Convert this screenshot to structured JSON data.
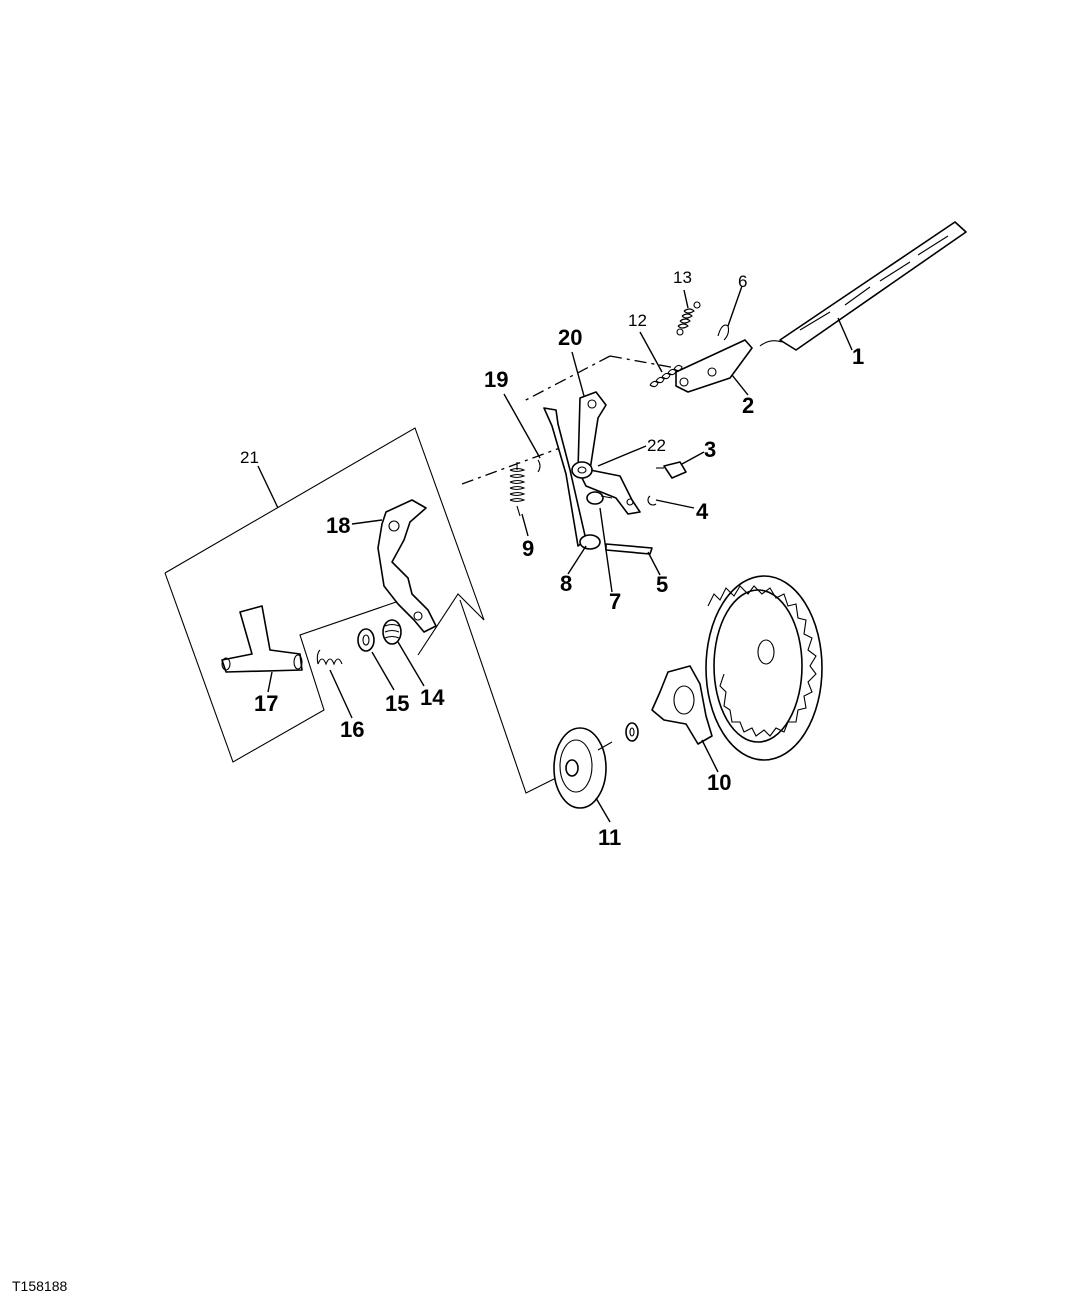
{
  "figure_id": "T158188",
  "callouts": [
    {
      "id": "1",
      "label": "1"
    },
    {
      "id": "2",
      "label": "2"
    },
    {
      "id": "3",
      "label": "3"
    },
    {
      "id": "4",
      "label": "4"
    },
    {
      "id": "5",
      "label": "5"
    },
    {
      "id": "6",
      "label": "6"
    },
    {
      "id": "7",
      "label": "7"
    },
    {
      "id": "8",
      "label": "8"
    },
    {
      "id": "9",
      "label": "9"
    },
    {
      "id": "10",
      "label": "10"
    },
    {
      "id": "11",
      "label": "11"
    },
    {
      "id": "12",
      "label": "12"
    },
    {
      "id": "13",
      "label": "13"
    },
    {
      "id": "14",
      "label": "14"
    },
    {
      "id": "15",
      "label": "15"
    },
    {
      "id": "16",
      "label": "16"
    },
    {
      "id": "17",
      "label": "17"
    },
    {
      "id": "18",
      "label": "18"
    },
    {
      "id": "19",
      "label": "19"
    },
    {
      "id": "20",
      "label": "20"
    },
    {
      "id": "21",
      "label": "21"
    },
    {
      "id": "22",
      "label": "22"
    }
  ]
}
